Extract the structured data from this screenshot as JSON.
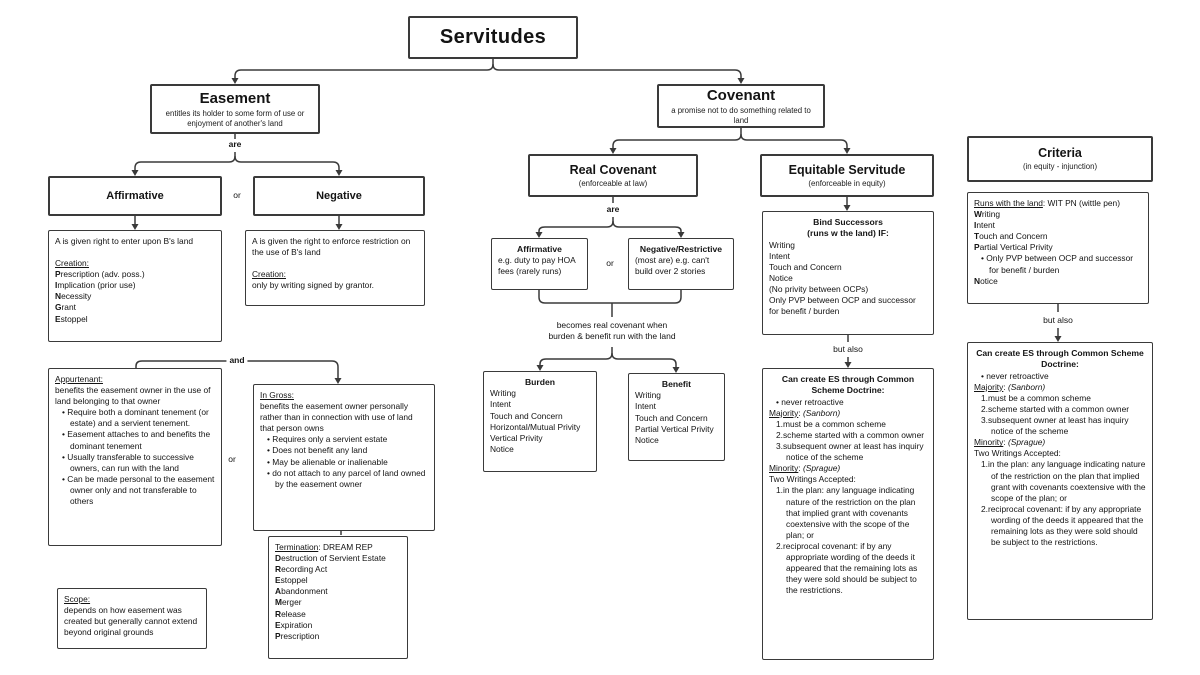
{
  "servitudes": {
    "title": "Servitudes"
  },
  "labels": {
    "are": "are",
    "or": "or",
    "and": "and",
    "but_also": "but also"
  },
  "easement": {
    "title": "Easement",
    "subtitle": "entitles its holder to some form of use or enjoyment of another's land",
    "affirmative": {
      "title": "Affirmative",
      "detail": {
        "intro": "A is given right to enter upon B's land",
        "creation_label": "Creation:",
        "methods": [
          {
            "parts": [
              {
                "s": "P",
                "st": "b"
              },
              {
                "s": "rescription (adv. poss.)"
              }
            ]
          },
          {
            "parts": [
              {
                "s": "I",
                "st": "b"
              },
              {
                "s": "mplication (prior use)"
              }
            ]
          },
          {
            "parts": [
              {
                "s": "N",
                "st": "b"
              },
              {
                "s": "ecessity"
              }
            ]
          },
          {
            "parts": [
              {
                "s": "G",
                "st": "b"
              },
              {
                "s": "rant"
              }
            ]
          },
          {
            "parts": [
              {
                "s": "E",
                "st": "b"
              },
              {
                "s": "stoppel"
              }
            ]
          }
        ]
      }
    },
    "negative": {
      "title": "Negative",
      "detail": {
        "intro": "A is given the right to enforce restriction on the use of B's land",
        "creation_label": "Creation:",
        "body": "only by writing signed by grantor."
      }
    },
    "appurtenant": {
      "heading": "Appurtenant:",
      "intro": "benefits the easement owner in the use of land belonging to that owner",
      "bullets": [
        "Require both a dominant tenement (or estate) and a servient tenement.",
        "Easement attaches to and benefits the dominant tenement",
        "Usually transferable to successive owners, can run with the land",
        "Can be made personal to the easement owner only and not transferable to others"
      ]
    },
    "in_gross": {
      "heading": "In Gross:",
      "intro": "benefits the easement owner personally rather than in connection with use of land that person owns",
      "bullets": [
        "Requires only a servient estate",
        "Does not benefit any land",
        "May be alienable or inalienable",
        "do not attach to any parcel of land owned by the easement owner"
      ]
    },
    "termination": {
      "lines": [
        {
          "parts": [
            {
              "s": "Termination",
              "st": "u"
            },
            {
              "s": ": DREAM REP"
            }
          ]
        },
        {
          "parts": [
            {
              "s": "D",
              "st": "b"
            },
            {
              "s": "estruction of Servient Estate"
            }
          ]
        },
        {
          "parts": [
            {
              "s": "R",
              "st": "b"
            },
            {
              "s": "ecording Act"
            }
          ]
        },
        {
          "parts": [
            {
              "s": "E",
              "st": "b"
            },
            {
              "s": "stoppel"
            }
          ]
        },
        {
          "parts": [
            {
              "s": "A",
              "st": "b"
            },
            {
              "s": "bandonment"
            }
          ]
        },
        {
          "parts": [
            {
              "s": "M",
              "st": "b"
            },
            {
              "s": "erger"
            }
          ]
        },
        {
          "parts": [
            {
              "s": "R",
              "st": "b"
            },
            {
              "s": "elease"
            }
          ]
        },
        {
          "parts": [
            {
              "s": "E",
              "st": "b"
            },
            {
              "s": "xpiration"
            }
          ]
        },
        {
          "parts": [
            {
              "s": "P",
              "st": "b"
            },
            {
              "s": "rescription"
            }
          ]
        }
      ]
    },
    "scope": {
      "heading": "Scope:",
      "body": "depends on how easement was created but generally cannot extend beyond original grounds"
    }
  },
  "covenant": {
    "title": "Covenant",
    "subtitle": "a promise not to do something related to land",
    "real_covenant": {
      "title": "Real Covenant",
      "subtitle": "(enforceable at law)"
    },
    "affirmative": {
      "title": "Affirmative",
      "body": "e.g. duty to pay HOA fees (rarely runs)"
    },
    "negative": {
      "title": "Negative/Restrictive",
      "body": "(most are) e.g. can't build over 2 stories"
    },
    "becomes": {
      "l1": "becomes real covenant when",
      "l2": "burden & benefit run with the land"
    },
    "burden": {
      "title": "Burden",
      "items": [
        "Writing",
        "Intent",
        "Touch and Concern",
        "Horizontal/Mutual Privity",
        "Vertical Privity",
        "Notice"
      ]
    },
    "benefit": {
      "title": "Benefit",
      "items": [
        "Writing",
        "Intent",
        "Touch and Concern",
        "Partial Vertical Privity",
        "Notice"
      ]
    }
  },
  "equitable": {
    "title": "Equitable Servitude",
    "subtitle": "(enforceable in equity)",
    "bind": {
      "title1": "Bind Successors",
      "title2": "(runs w the land) IF:",
      "items": [
        "Writing",
        "Intent",
        "Touch and Concern",
        "Notice",
        "(No privity between OCPs)",
        "Only PVP between OCP and successor for benefit / burden"
      ]
    },
    "scheme": {
      "title": "Can create ES through Common Scheme Doctrine:",
      "lines": [
        {
          "cls": "bullet",
          "parts": [
            {
              "s": "never retroactive"
            }
          ]
        },
        {
          "parts": [
            {
              "s": "Majority",
              "st": "u"
            },
            {
              "s": ": "
            },
            {
              "s": "(Sanborn)",
              "st": "i"
            }
          ]
        },
        {
          "cls": "num",
          "parts": [
            {
              "s": "1.must be a common scheme"
            }
          ]
        },
        {
          "cls": "num",
          "parts": [
            {
              "s": "2.scheme started with a common owner"
            }
          ]
        },
        {
          "cls": "num",
          "parts": [
            {
              "s": "3.subsequent owner at least has inquiry notice of the scheme"
            }
          ]
        },
        {
          "parts": [
            {
              "s": "Minority",
              "st": "u"
            },
            {
              "s": ": "
            },
            {
              "s": "(Sprague)",
              "st": "i"
            }
          ]
        },
        {
          "parts": [
            {
              "s": "Two Writings Accepted:"
            }
          ]
        },
        {
          "cls": "num",
          "parts": [
            {
              "s": "1.in the plan: any language indicating nature of the restriction on the plan that implied grant with covenants coextensive with the scope of the plan; or"
            }
          ]
        },
        {
          "cls": "num",
          "parts": [
            {
              "s": "2.reciprocal covenant: if by any appropriate wording of the deeds it appeared that the remaining lots as they were sold should be subject to the restrictions."
            }
          ]
        }
      ]
    }
  },
  "criteria": {
    "title": "Criteria",
    "subtitle": "(in equity - injunction)",
    "runs": {
      "lines": [
        {
          "parts": [
            {
              "s": "Runs with the land",
              "st": "u"
            },
            {
              "s": ": WIT PN (wittle pen)"
            }
          ]
        },
        {
          "parts": [
            {
              "s": "W",
              "st": "b"
            },
            {
              "s": "riting"
            }
          ]
        },
        {
          "parts": [
            {
              "s": "I",
              "st": "b"
            },
            {
              "s": "ntent"
            }
          ]
        },
        {
          "parts": [
            {
              "s": "T",
              "st": "b"
            },
            {
              "s": "ouch and Concern"
            }
          ]
        },
        {
          "parts": [
            {
              "s": "P",
              "st": "b"
            },
            {
              "s": "artial Vertical Privity"
            }
          ]
        },
        {
          "cls": "bullet",
          "parts": [
            {
              "s": "Only PVP between OCP and successor for benefit / burden"
            }
          ]
        },
        {
          "parts": [
            {
              "s": "N",
              "st": "b"
            },
            {
              "s": "otice"
            }
          ]
        }
      ]
    }
  }
}
